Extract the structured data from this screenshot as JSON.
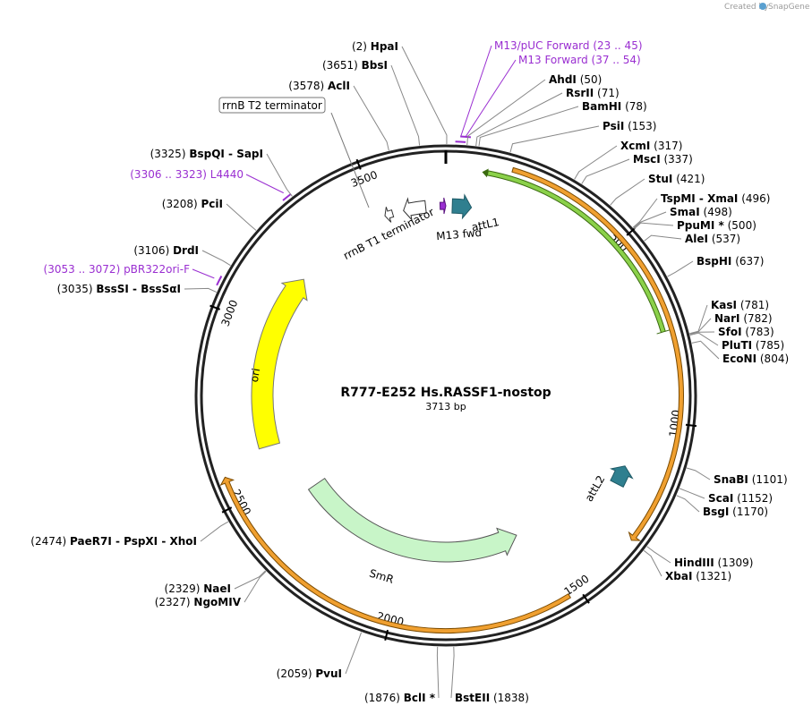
{
  "credit": {
    "text": "Created by",
    "brand": "SnapGene"
  },
  "plasmid": {
    "name": "R777-E252 Hs.RASSF1-nostop",
    "length_label": "3713 bp",
    "length": 3713
  },
  "ticks": [
    {
      "pos": 500,
      "label": "500"
    },
    {
      "pos": 1000,
      "label": "1000"
    },
    {
      "pos": 1500,
      "label": "1500"
    },
    {
      "pos": 2000,
      "label": "2000"
    },
    {
      "pos": 2500,
      "label": "2500"
    },
    {
      "pos": 3000,
      "label": "3000"
    },
    {
      "pos": 3500,
      "label": "3500"
    }
  ],
  "enzymes": [
    {
      "name": "HpaI",
      "pos_label": "(2)",
      "pos": 2,
      "side": "left"
    },
    {
      "name": "AhdI",
      "pos_label": "(50)",
      "pos": 50,
      "side": "right"
    },
    {
      "name": "RsrII",
      "pos_label": "(71)",
      "pos": 71,
      "side": "right"
    },
    {
      "name": "BamHI",
      "pos_label": "(78)",
      "pos": 78,
      "side": "right"
    },
    {
      "name": "PsiI",
      "pos_label": "(153)",
      "pos": 153,
      "side": "right"
    },
    {
      "name": "XcmI",
      "pos_label": "(317)",
      "pos": 317,
      "side": "right"
    },
    {
      "name": "MscI",
      "pos_label": "(337)",
      "pos": 337,
      "side": "right"
    },
    {
      "name": "StuI",
      "pos_label": "(421)",
      "pos": 421,
      "side": "right"
    },
    {
      "name": "TspMI - XmaI",
      "pos_label": "(496)",
      "pos": 496,
      "side": "right"
    },
    {
      "name": "SmaI",
      "pos_label": "(498)",
      "pos": 498,
      "side": "right"
    },
    {
      "name": "PpuMI *",
      "pos_label": "(500)",
      "pos": 500,
      "side": "right"
    },
    {
      "name": "AleI",
      "pos_label": "(537)",
      "pos": 537,
      "side": "right"
    },
    {
      "name": "BspHI",
      "pos_label": "(637)",
      "pos": 637,
      "side": "right"
    },
    {
      "name": "KasI",
      "pos_label": "(781)",
      "pos": 781,
      "side": "right"
    },
    {
      "name": "NarI",
      "pos_label": "(782)",
      "pos": 782,
      "side": "right"
    },
    {
      "name": "SfoI",
      "pos_label": "(783)",
      "pos": 783,
      "side": "right"
    },
    {
      "name": "PluTI",
      "pos_label": "(785)",
      "pos": 785,
      "side": "right"
    },
    {
      "name": "EcoNI",
      "pos_label": "(804)",
      "pos": 804,
      "side": "right"
    },
    {
      "name": "SnaBI",
      "pos_label": "(1101)",
      "pos": 1101,
      "side": "right"
    },
    {
      "name": "ScaI",
      "pos_label": "(1152)",
      "pos": 1152,
      "side": "right"
    },
    {
      "name": "BsgI",
      "pos_label": "(1170)",
      "pos": 1170,
      "side": "right"
    },
    {
      "name": "HindIII",
      "pos_label": "(1309)",
      "pos": 1309,
      "side": "right"
    },
    {
      "name": "XbaI",
      "pos_label": "(1321)",
      "pos": 1321,
      "side": "right"
    },
    {
      "name": "BstEII",
      "pos_label": "(1838)",
      "pos": 1838,
      "side": "right"
    },
    {
      "name": "BclI *",
      "pos_label": "(1876)",
      "pos": 1876,
      "side": "left"
    },
    {
      "name": "PvuI",
      "pos_label": "(2059)",
      "pos": 2059,
      "side": "left"
    },
    {
      "name": "NgoMIV",
      "pos_label": "(2327)",
      "pos": 2327,
      "side": "left"
    },
    {
      "name": "NaeI",
      "pos_label": "(2329)",
      "pos": 2329,
      "side": "left"
    },
    {
      "name": "PaeR7I - PspXI - XhoI",
      "pos_label": "(2474)",
      "pos": 2474,
      "side": "left"
    },
    {
      "name": "BssSI - BssSαI",
      "pos_label": "(3035)",
      "pos": 3035,
      "side": "left"
    },
    {
      "name": "DrdI",
      "pos_label": "(3106)",
      "pos": 3106,
      "side": "left"
    },
    {
      "name": "PciI",
      "pos_label": "(3208)",
      "pos": 3208,
      "side": "left"
    },
    {
      "name": "BspQI - SapI",
      "pos_label": "(3325)",
      "pos": 3325,
      "side": "left"
    },
    {
      "name": "AclI",
      "pos_label": "(3578)",
      "pos": 3578,
      "side": "left"
    },
    {
      "name": "BbsI",
      "pos_label": "(3651)",
      "pos": 3651,
      "side": "left"
    }
  ],
  "primers": [
    {
      "name": "M13/pUC Forward",
      "range_label": "(23 .. 45)",
      "pos": 34,
      "side": "right"
    },
    {
      "name": "M13 Forward",
      "range_label": "(37 .. 54)",
      "pos": 45,
      "side": "right"
    },
    {
      "name": "L4440",
      "range_label": "(3306 .. 3323)",
      "pos": 3314,
      "side": "left"
    },
    {
      "name": "pBR322ori-F",
      "range_label": "(3053 .. 3072)",
      "pos": 3062,
      "side": "left"
    }
  ],
  "features": {
    "rrnB_T2": "rrnB T2 terminator",
    "rrnB_T1": "rrnB T1 terminator",
    "m13_fwd": "M13 fwd",
    "attL1": "attL1",
    "attL2": "attL2",
    "ori": "ori",
    "smr": "SmR"
  },
  "colors": {
    "backbone": "#222222",
    "primer": "#9a2fd1",
    "orf_orange": "#f0a030",
    "orf_green": "#8bd14a",
    "att": "#2f7f8f",
    "ori": "#ffff00",
    "smr": "#c8f5c8",
    "terminator": "#ffffff"
  }
}
